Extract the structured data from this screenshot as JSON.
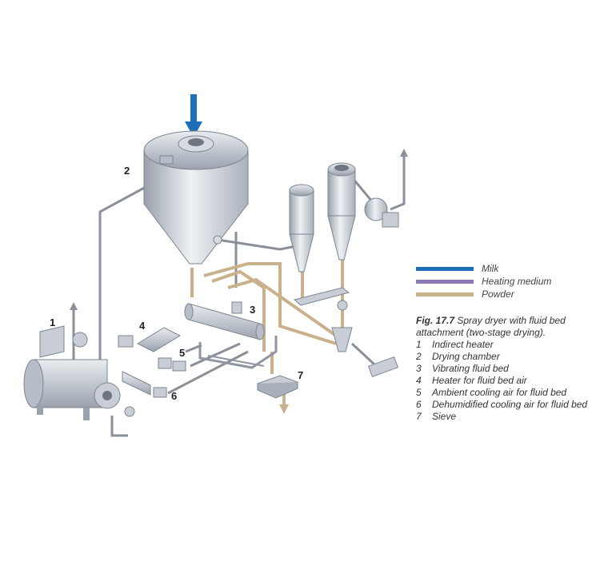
{
  "legend": [
    {
      "label": "Milk",
      "color": "#1f6fb8"
    },
    {
      "label": "Heating medium",
      "color": "#8e78b4"
    },
    {
      "label": "Powder",
      "color": "#c9b28b"
    }
  ],
  "colors": {
    "line": "#8a8f99",
    "metal": "#c9ced6",
    "metal_dark": "#8f96a2"
  },
  "caption": {
    "fig_no": "Fig. 17.7",
    "title": "Spray dryer with fluid bed attachment (two-stage drying).",
    "items": [
      {
        "n": "1",
        "text": "Indirect heater"
      },
      {
        "n": "2",
        "text": "Drying chamber"
      },
      {
        "n": "3",
        "text": "Vibrating fluid bed"
      },
      {
        "n": "4",
        "text": "Heater for fluid bed air"
      },
      {
        "n": "5",
        "text": "Ambient cooling air for fluid bed"
      },
      {
        "n": "6",
        "text": "Dehumidified cooling air for fluid bed"
      },
      {
        "n": "7",
        "text": "Sieve"
      }
    ]
  },
  "callouts": [
    "1",
    "2",
    "3",
    "4",
    "5",
    "6",
    "7"
  ]
}
